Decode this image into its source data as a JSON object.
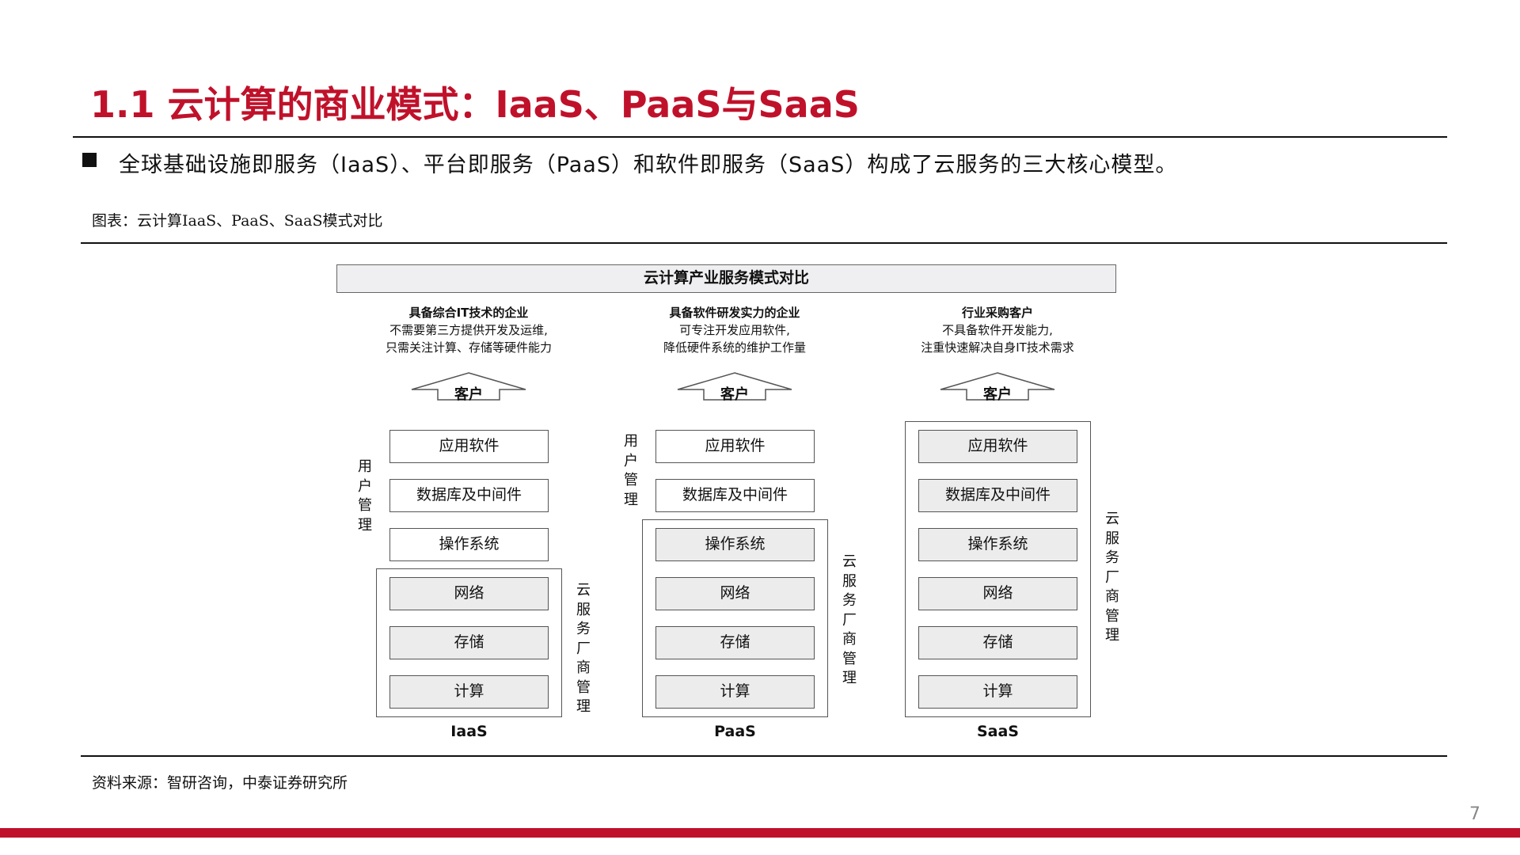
{
  "slide": {
    "title": "1.1 云计算的商业模式：IaaS、PaaS与SaaS",
    "bullet": "全球基础设施即服务（IaaS）、平台即服务（PaaS）和软件即服务（SaaS）构成了云服务的三大核心模型。",
    "caption": "图表：云计算IaaS、PaaS、SaaS模式对比",
    "source": "资料来源：智研咨询，中泰证券研究所",
    "page_number": "7"
  },
  "diagram": {
    "header": "云计算产业服务模式对比",
    "arrow_label": "客户",
    "user_mgmt_label": [
      "用",
      "户",
      "管",
      "理"
    ],
    "vendor_mgmt_label": [
      "云",
      "服",
      "务",
      "厂",
      "商",
      "管",
      "理"
    ],
    "colors": {
      "vendor_layer_fill": "#ececec",
      "user_layer_fill": "#ffffff",
      "accent": "#c0112b"
    },
    "models": [
      {
        "name": "IaaS",
        "audience_title": "具备综合IT技术的企业",
        "audience_line1": "不需要第三方提供开发及运维,",
        "audience_line2": "只需关注计算、存储等硬件能力",
        "layers": [
          "应用软件",
          "数据库及中间件",
          "操作系统",
          "网络",
          "存储",
          "计算"
        ]
      },
      {
        "name": "PaaS",
        "audience_title": "具备软件研发实力的企业",
        "audience_line1": "可专注开发应用软件,",
        "audience_line2": "降低硬件系统的维护工作量",
        "layers": [
          "应用软件",
          "数据库及中间件",
          "操作系统",
          "网络",
          "存储",
          "计算"
        ]
      },
      {
        "name": "SaaS",
        "audience_title": "行业采购客户",
        "audience_line1": "不具备软件开发能力,",
        "audience_line2": "注重快速解决自身IT技术需求",
        "layers": [
          "应用软件",
          "数据库及中间件",
          "操作系统",
          "网络",
          "存储",
          "计算"
        ]
      }
    ]
  }
}
